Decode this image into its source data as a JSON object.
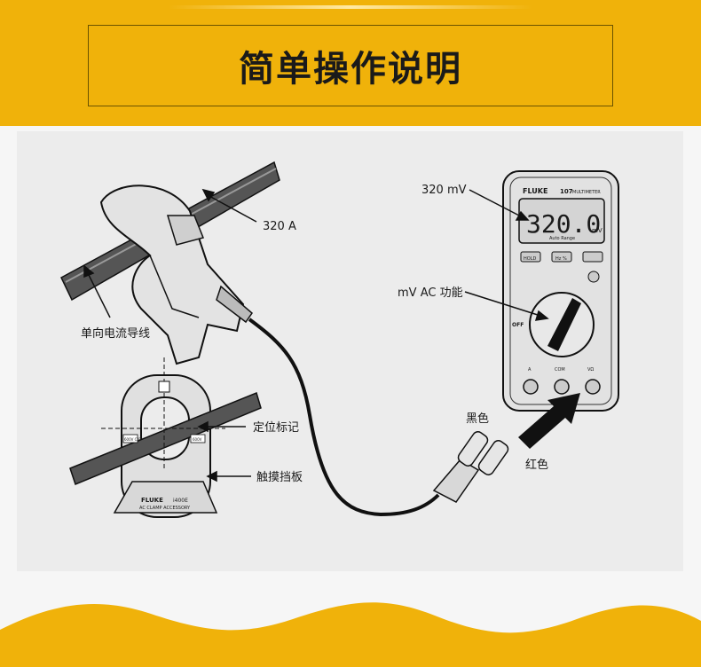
{
  "header": {
    "title": "简单操作说明"
  },
  "diagram": {
    "label_clamp_reading": "320 A",
    "label_meter_reading": "320 mV",
    "label_wire": "单向电流导线",
    "label_position_mark": "定位标记",
    "label_touch_guard": "触摸挡板",
    "label_function": "mV AC 功能",
    "label_black": "黑色",
    "label_red": "红色",
    "meter_display_value": "320.0",
    "meter_display_unit": "mV",
    "meter_display_caption": "Auto Range",
    "meter_brand": "FLUKE",
    "meter_model": "107",
    "meter_model_sub": "MULTIMETER",
    "meter_btn_hold": "HOLD",
    "meter_btn_hz": "Hz %",
    "meter_dial_off": "OFF",
    "meter_terminal_a": "A",
    "meter_terminal_com": "COM",
    "meter_terminal_v": "VΩ",
    "clamp_brand": "FLUKE",
    "clamp_model": "i400E",
    "clamp_subtitle": "AC CLAMP ACCESSORY",
    "clamp_rating_left": "600V CAT",
    "clamp_rating_right": "600V"
  },
  "colors": {
    "background": "#f0b20a",
    "panel": "#ececec",
    "ink": "#1a1a1a"
  }
}
